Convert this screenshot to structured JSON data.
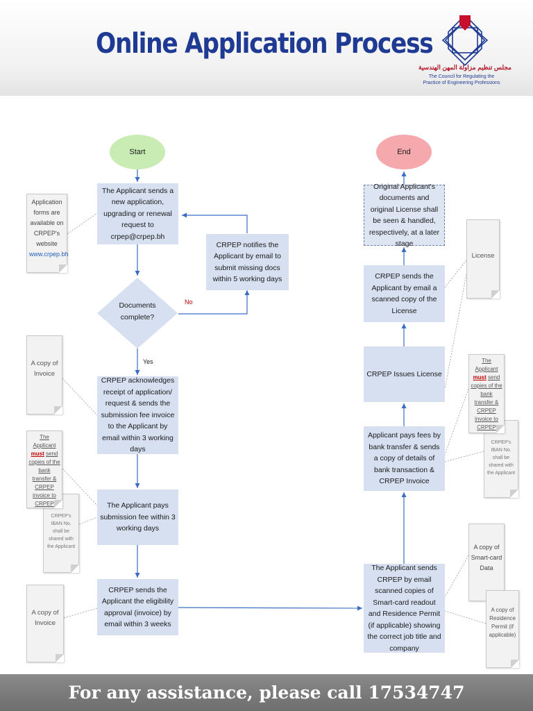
{
  "header": {
    "title": "Online Application Process",
    "logo_text_arabic": "مجلس تنظيم مزاولة المهن الهندسية",
    "logo_text_english_1": "The Council for Regulating the",
    "logo_text_english_2": "Practice of Engineering Professions"
  },
  "flow": {
    "start": "Start",
    "end": "End",
    "step1": "The Applicant sends a new application, upgrading or renewal request to crpep@crpep.bh",
    "decision": "Documents complete?",
    "no_label": "No",
    "yes_label": "Yes",
    "notify": "CRPEP notifies the Applicant by email to submit missing docs within 5 working days",
    "ack": "CRPEP acknowledges receipt of application/ request & sends the submission fee invoice to the Applicant by email within 3 working days",
    "pay_submission": "The Applicant pays submission fee within 3 working days",
    "eligibility": "CRPEP sends the Applicant the eligibility approval (invoice) by email within 3 weeks",
    "send_scans": "The Applicant sends CRPEP by email scanned copies of Smart-card readout and Residence Permit (if applicable) showing the correct job title and company",
    "pay_fees": "Applicant pays fees by bank transfer & sends a copy of details of bank transaction & CRPEP Invoice",
    "issue_license": "CRPEP Issues License",
    "send_license": "CRPEP sends the Applicant by email a scanned copy of the License",
    "originals": "Original Applicant's documents and original License shall be seen & handled, respectively, at a later stage"
  },
  "notes": {
    "app_forms": "Application forms are available on CRPEP's website",
    "app_forms_link": "www.crpep.bh",
    "invoice": "A copy of Invoice",
    "must_prefix": "The Applicant",
    "must_word": "must",
    "must_suffix": "send copies of the bank transfer & CRPEP invoice to CRPEP",
    "iban": "CRPEP's IBAN No. shall be shared with the Applicant",
    "license": "License",
    "smartcard": "A copy of Smart-card Data",
    "residence": "A copy of Residence Permit (if applicable)"
  },
  "footer": {
    "text": "For any assistance, please call 17534747"
  },
  "colors": {
    "box": "#d6e0f0",
    "start": "#c9ecb5",
    "end": "#f6a9ad",
    "title": "#1f3a93",
    "arrow": "#3b6cc4",
    "no_label": "#c00000"
  }
}
